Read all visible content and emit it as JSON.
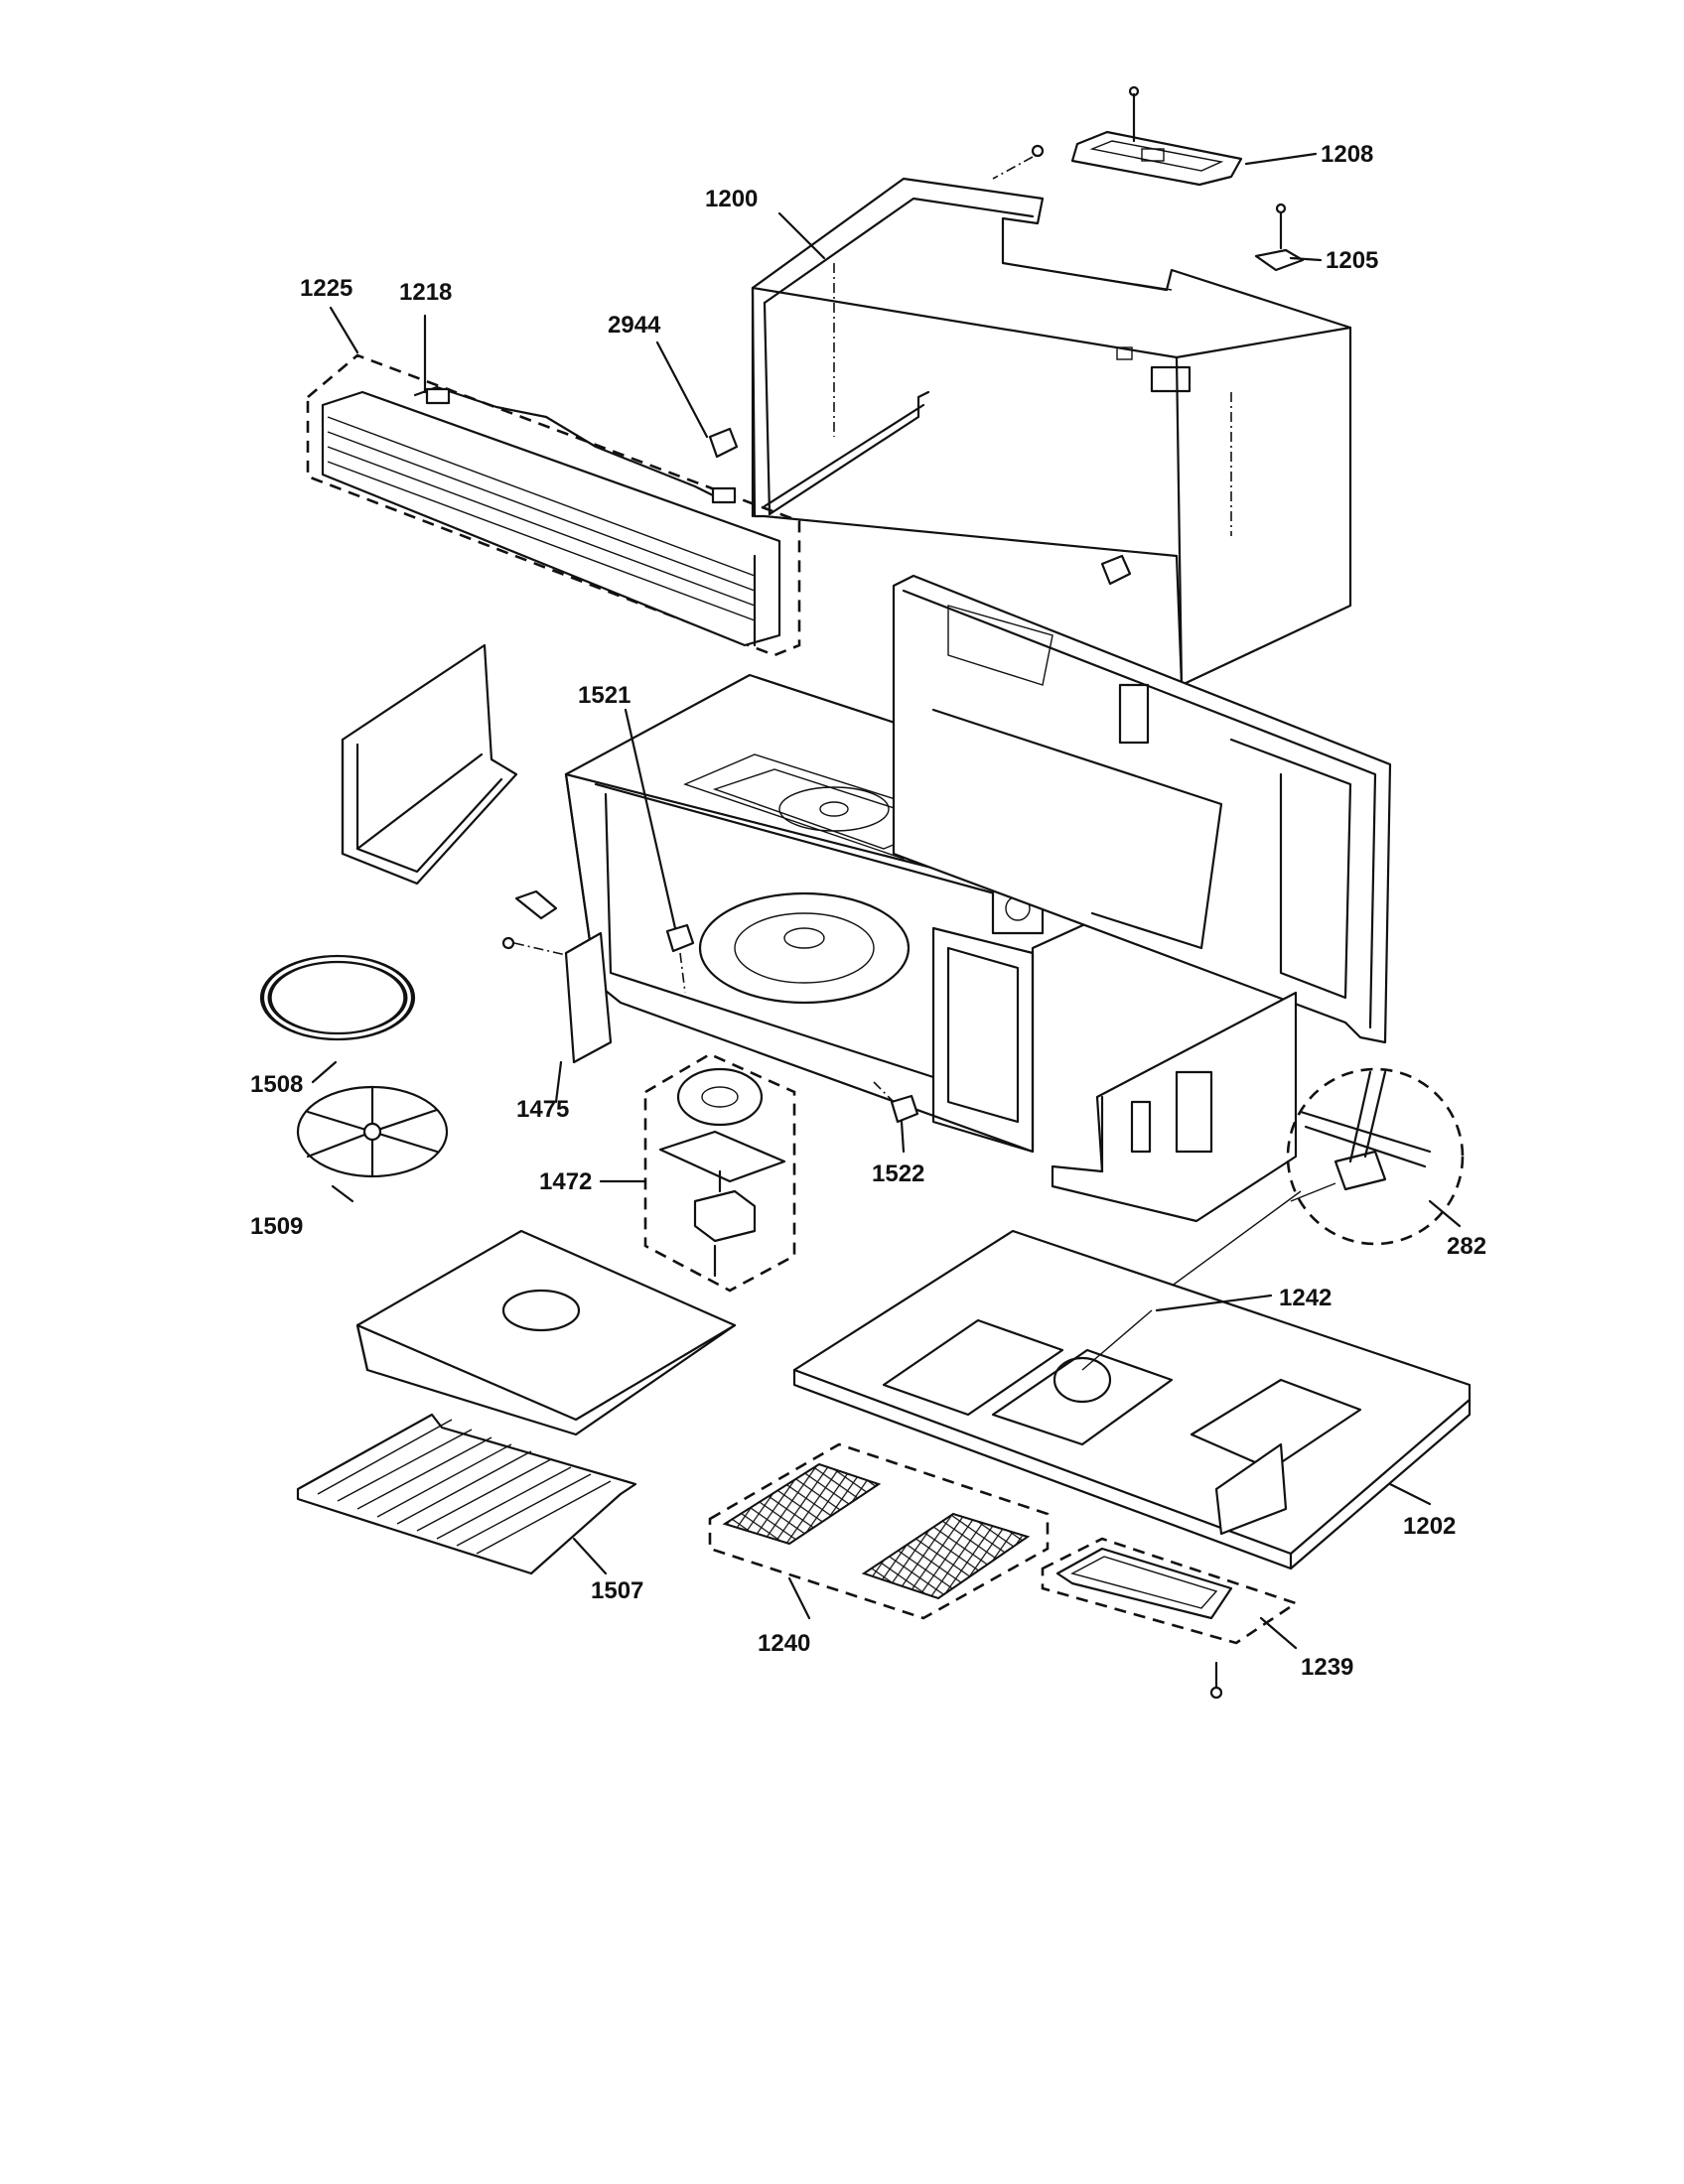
{
  "colors": {
    "ink": "#111111",
    "paper": "#ffffff"
  },
  "labels": {
    "l1208": "1208",
    "l1200": "1200",
    "l1205": "1205",
    "l1225": "1225",
    "l1218": "1218",
    "l2944": "2944",
    "l1521": "1521",
    "l1508": "1508",
    "l1475": "1475",
    "l1472": "1472",
    "l1522": "1522",
    "l1509": "1509",
    "l282": "282",
    "l1242": "1242",
    "l1202": "1202",
    "l1507": "1507",
    "l1240": "1240",
    "l1239": "1239"
  }
}
